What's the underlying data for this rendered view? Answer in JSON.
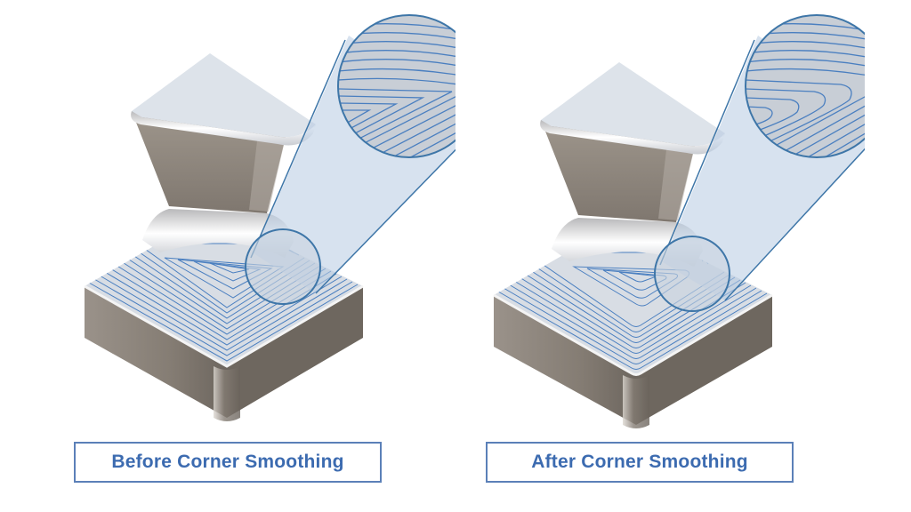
{
  "figure": {
    "colors": {
      "toolpath_line": "#4a7fc0",
      "magnifier_outline": "#3e76a8",
      "magnifier_fill": "#c4d4e6",
      "metal_side": "#8a8279",
      "metal_top": "#dde3ea",
      "caption_text": "#3c6bb0",
      "caption_border": "#5b80b8"
    },
    "panels": [
      {
        "id": "before",
        "caption": "Before Corner Smoothing",
        "corner_style": "sharp"
      },
      {
        "id": "after",
        "caption": "After Corner Smoothing",
        "corner_style": "rounded"
      }
    ]
  }
}
